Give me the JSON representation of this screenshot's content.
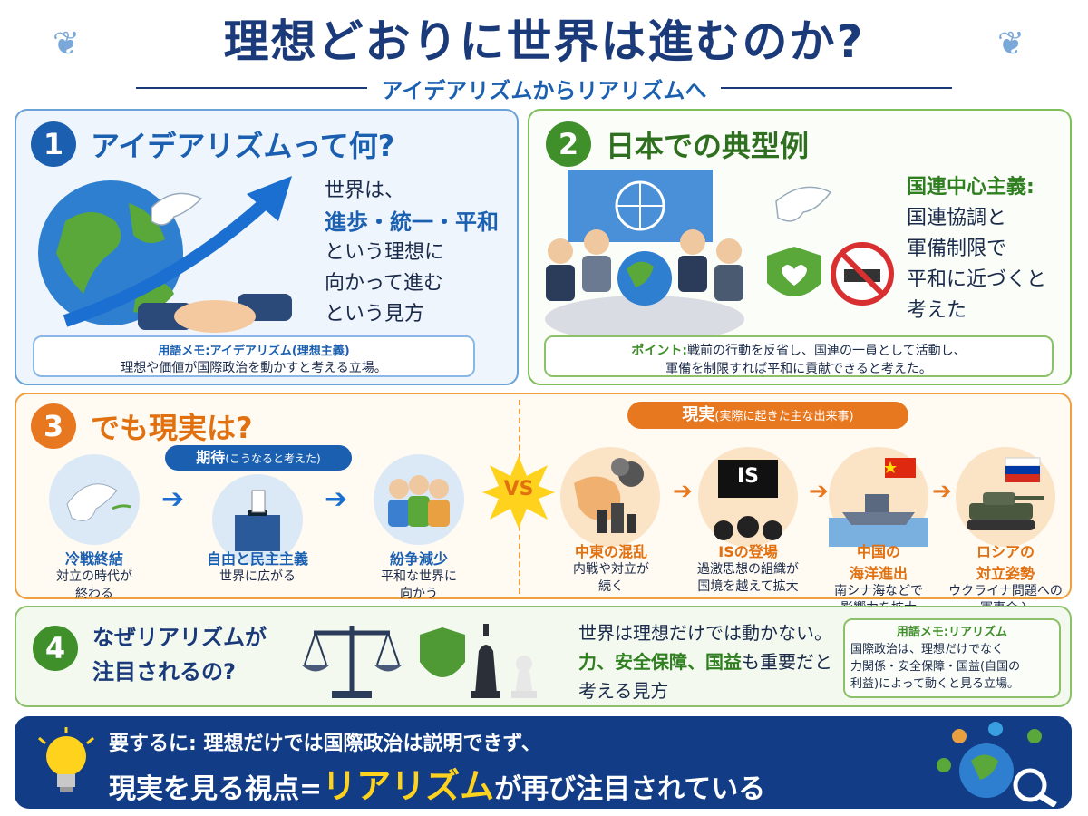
{
  "title": "理想どおりに世界は進むのか?",
  "subtitle": "アイデアリズムからリアリズムへ",
  "s1": {
    "num": "1",
    "heading": "アイデアリズムって何?",
    "lines": [
      "世界は、",
      "進歩・統一・平和",
      "という理想に",
      "向かって進む",
      "という見方"
    ],
    "note_title": "用語メモ:アイデアリズム(理想主義)",
    "note_text": "理想や価値が国際政治を動かすと考える立場。"
  },
  "s2": {
    "num": "2",
    "heading": "日本での典型例",
    "lines": [
      "国連中心主義:",
      "国連協調と",
      "軍備制限で",
      "平和に近づくと",
      "考えた"
    ],
    "note_label": "ポイント:",
    "note_text1": "戦前の行動を反省し、国連の一員として活動し、",
    "note_text2": "軍備を制限すれば平和に貢献できると考えた。"
  },
  "s3": {
    "num": "3",
    "heading": "でも現実は?",
    "expect_badge": "期待",
    "expect_badge_sub": "(こうなると考えた)",
    "reality_badge": "現実",
    "reality_badge_sub": "(実際に起きた主な出来事)",
    "vs": "VS",
    "is_flag": "IS",
    "items": [
      {
        "title": "冷戦終結",
        "desc1": "対立の時代が",
        "desc2": "終わる"
      },
      {
        "title": "自由と民主主義",
        "desc1": "世界に広がる",
        "desc2": ""
      },
      {
        "title": "紛争減少",
        "desc1": "平和な世界に",
        "desc2": "向かう"
      },
      {
        "title": "中東の混乱",
        "desc1": "内戦や対立が",
        "desc2": "続く"
      },
      {
        "title": "ISの登場",
        "desc1": "過激思想の組織が",
        "desc2": "国境を越えて拡大"
      },
      {
        "title": "中国の",
        "title2": "海洋進出",
        "desc1": "南シナ海などで",
        "desc2": "影響力を拡大"
      },
      {
        "title": "ロシアの",
        "title2": "対立姿勢",
        "desc1": "ウクライナ問題への",
        "desc2": "軍事介入"
      }
    ]
  },
  "s4": {
    "num": "4",
    "heading1": "なぜリアリズムが",
    "heading2": "注目されるの?",
    "line1": "世界は理想だけでは動かない。",
    "line2_bold": "力、安全保障、国益",
    "line2_rest": "も重要だと",
    "line3": "考える見方",
    "note_title": "用語メモ:リアリズム",
    "note_l1": "国際政治は、理想だけでなく",
    "note_l2": "力関係・安全保障・国益(自国の",
    "note_l3": "利益)によって動くと見る立場。"
  },
  "s5": {
    "line1": "要するに: 理想だけでは国際政治は説明できず、",
    "line2a": "現実を見る視点=",
    "line2b": "リアリズム",
    "line2c": "が再び注目されている"
  },
  "colors": {
    "navy": "#1b3a7a",
    "blue": "#1b5fb0",
    "green": "#3f8f2a",
    "orange": "#e07010",
    "banner": "#123d86",
    "yellow": "#ffd21e"
  }
}
